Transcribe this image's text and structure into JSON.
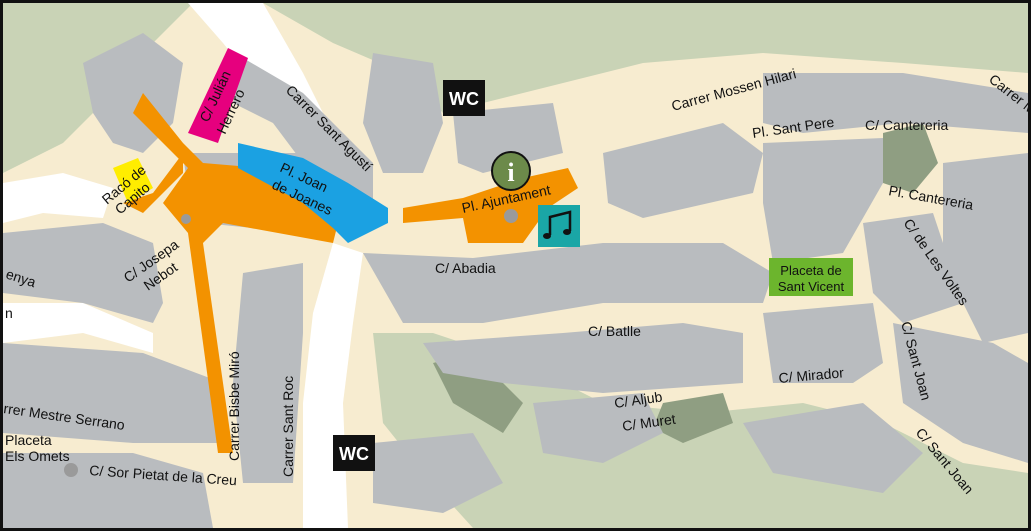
{
  "map": {
    "colors": {
      "background": "#f7ecd0",
      "block": "#b9bcbf",
      "green": "#c9d3b6",
      "dark_green": "#8f9e82",
      "route_orange": "#f39200",
      "route_blue": "#1ba1e2",
      "route_pink": "#e6007e",
      "route_yellow": "#ffed00",
      "square_green": "#6cb52d",
      "music_teal": "#1aa6a6",
      "info_green": "#6c8a4a",
      "street_white": "#ffffff"
    },
    "icons": {
      "wc_top": "wc",
      "wc_bottom": "wc",
      "info": "info-icon",
      "music": "music-note-icon"
    },
    "labels": {
      "raco_de_capito_1": "Racó de",
      "raco_de_capito_2": "Capito",
      "julian_herrero_1": "C/ Julián",
      "julian_herrero_2": "Herrero",
      "sant_agusti": "Carrer Sant Agustí",
      "joan_joanes_1": "Pl. Joan",
      "joan_joanes_2": "de Joanes",
      "josepa_nebot_1": "C/ Josepa",
      "josepa_nebot_2": "Nebot",
      "enya": "enya",
      "n_fragment": "n",
      "mossen_hilari": "Carrer Mossen Hilari",
      "carrer_m": "Carrer M",
      "pl_sant_pere": "Pl. Sant Pere",
      "c_cantereria": "C/ Cantereria",
      "pl_cantereria": "Pl. Cantereria",
      "pl_ajuntament": "Pl. Ajuntament",
      "c_abadia": "C/ Abadia",
      "placeta_sant_vicent_1": "Placeta de",
      "placeta_sant_vicent_2": "Sant Vicent",
      "de_les_voltes": "C/ de Les Voltes",
      "c_batlle": "C/ Batlle",
      "c_sant_joan_1": "C/ Sant Joan",
      "c_mirador": "C/ Mirador",
      "c_aljub": "C/ Aljub",
      "c_muret": "C/ Muret",
      "c_sant_joan_2": "C/ Sant Joan",
      "bisbe_miro": "Carrer Bisbe Miró",
      "sant_roc": "Carrer Sant Roc",
      "mestre_serrano": "rrer Mestre Serrano",
      "placeta_els_omets_1": "Placeta",
      "placeta_els_omets_2": "Els Omets",
      "sor_pietat": "C/ Sor Pietat de la Creu",
      "wc_top": "WC",
      "wc_bottom": "WC",
      "info_glyph": "i"
    }
  }
}
